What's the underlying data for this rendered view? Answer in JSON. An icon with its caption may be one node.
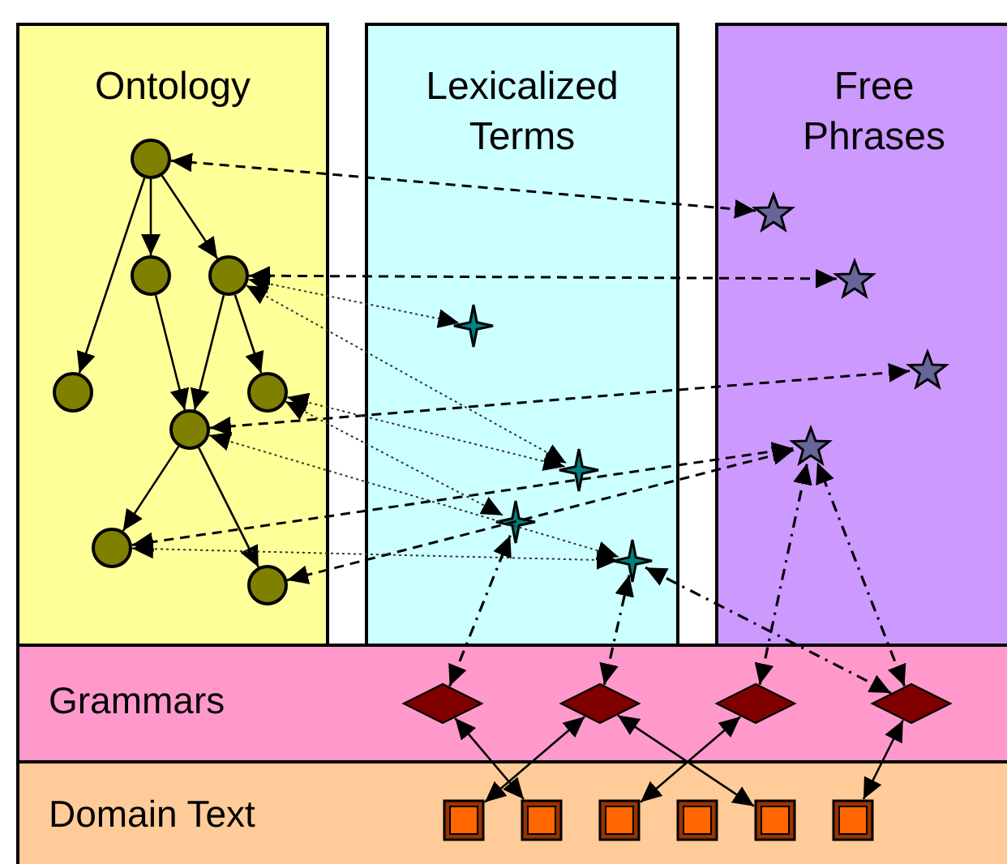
{
  "diagram": {
    "nodes": [
      {
        "text": [
          "Ontology"
        ]
      },
      {
        "text": [],
        "shape": "circle",
        "in": 0
      },
      {
        "text": [],
        "shape": "circle",
        "in": 0
      },
      {
        "text": [],
        "shape": "circle",
        "in": 0
      },
      {
        "text": [],
        "shape": "circle",
        "in": 0
      },
      {
        "text": [],
        "shape": "circle",
        "in": 0
      },
      {
        "text": [],
        "shape": "circle",
        "in": 0
      },
      {
        "text": [],
        "shape": "circle",
        "in": 0
      },
      {
        "text": [],
        "shape": "circle",
        "in": 0
      },
      {
        "text": [
          "Lexicalized Terms"
        ]
      },
      {
        "text": [],
        "shape": "sparkle",
        "in": 9
      },
      {
        "text": [],
        "shape": "sparkle",
        "in": 9
      },
      {
        "text": [],
        "shape": "sparkle",
        "in": 9
      },
      {
        "text": [],
        "shape": "sparkle",
        "in": 9
      },
      {
        "text": [
          "Free Phrases"
        ]
      },
      {
        "text": [],
        "shape": "star",
        "in": 14
      },
      {
        "text": [],
        "shape": "star",
        "in": 14
      },
      {
        "text": [],
        "shape": "star",
        "in": 14
      },
      {
        "text": [],
        "shape": "star",
        "in": 14
      },
      {
        "text": [
          "Grammars"
        ]
      },
      {
        "text": [],
        "shape": "diamond",
        "in": 19
      },
      {
        "text": [],
        "shape": "diamond",
        "in": 19
      },
      {
        "text": [],
        "shape": "diamond",
        "in": 19
      },
      {
        "text": [],
        "shape": "diamond",
        "in": 19
      },
      {
        "text": [
          "Domain Text"
        ]
      },
      {
        "text": [],
        "shape": "box",
        "in": 24
      },
      {
        "text": [],
        "shape": "box",
        "in": 24
      },
      {
        "text": [],
        "shape": "box",
        "in": 24
      },
      {
        "text": [],
        "shape": "box",
        "in": 24
      },
      {
        "text": [],
        "shape": "box",
        "in": 24
      },
      {
        "text": [],
        "shape": "box",
        "in": 24
      }
    ],
    "edges": [
      {
        "from": 1,
        "to": 2,
        "arrow": "to"
      },
      {
        "from": 1,
        "to": 3,
        "arrow": "to"
      },
      {
        "from": 1,
        "to": 4,
        "arrow": "to"
      },
      {
        "from": 3,
        "to": 5,
        "arrow": "to"
      },
      {
        "from": 2,
        "to": 6,
        "arrow": "to"
      },
      {
        "from": 3,
        "to": 6,
        "arrow": "to"
      },
      {
        "from": 6,
        "to": 7,
        "arrow": "to"
      },
      {
        "from": 6,
        "to": 8,
        "arrow": "to"
      },
      {
        "from": 1,
        "to": 15,
        "arrow": "both",
        "style": "dashed"
      },
      {
        "from": 3,
        "to": 16,
        "arrow": "both",
        "style": "dashed"
      },
      {
        "from": 6,
        "to": 17,
        "arrow": "both",
        "style": "dashed"
      },
      {
        "from": 7,
        "to": 18,
        "arrow": "both",
        "style": "dashed"
      },
      {
        "from": 8,
        "to": 18,
        "arrow": "both",
        "style": "dashed"
      },
      {
        "from": 3,
        "to": 10,
        "arrow": "both",
        "style": "dashed"
      },
      {
        "from": 3,
        "to": 11,
        "arrow": "both",
        "style": "dashed"
      },
      {
        "from": 5,
        "to": 11,
        "arrow": "both",
        "style": "dashed"
      },
      {
        "from": 5,
        "to": 12,
        "arrow": "both",
        "style": "dashed"
      },
      {
        "from": 6,
        "to": 13,
        "arrow": "both",
        "style": "dashed"
      },
      {
        "from": 7,
        "to": 13,
        "arrow": "both",
        "style": "dashed"
      },
      {
        "from": 20,
        "to": 12,
        "arrow": "both",
        "style": "dashed"
      },
      {
        "from": 21,
        "to": 13,
        "arrow": "both",
        "style": "dashed"
      },
      {
        "from": 22,
        "to": 18,
        "arrow": "both",
        "style": "dashed"
      },
      {
        "from": 23,
        "to": 18,
        "arrow": "both",
        "style": "dashed"
      },
      {
        "from": 23,
        "to": 13,
        "arrow": "both",
        "style": "dashed"
      },
      {
        "from": 20,
        "to": 26,
        "arrow": "both"
      },
      {
        "from": 25,
        "to": 21,
        "arrow": "both"
      },
      {
        "from": 21,
        "to": 29,
        "arrow": "both"
      },
      {
        "from": 27,
        "to": 22,
        "arrow": "both"
      },
      {
        "from": 30,
        "to": 23,
        "arrow": "both"
      }
    ]
  }
}
